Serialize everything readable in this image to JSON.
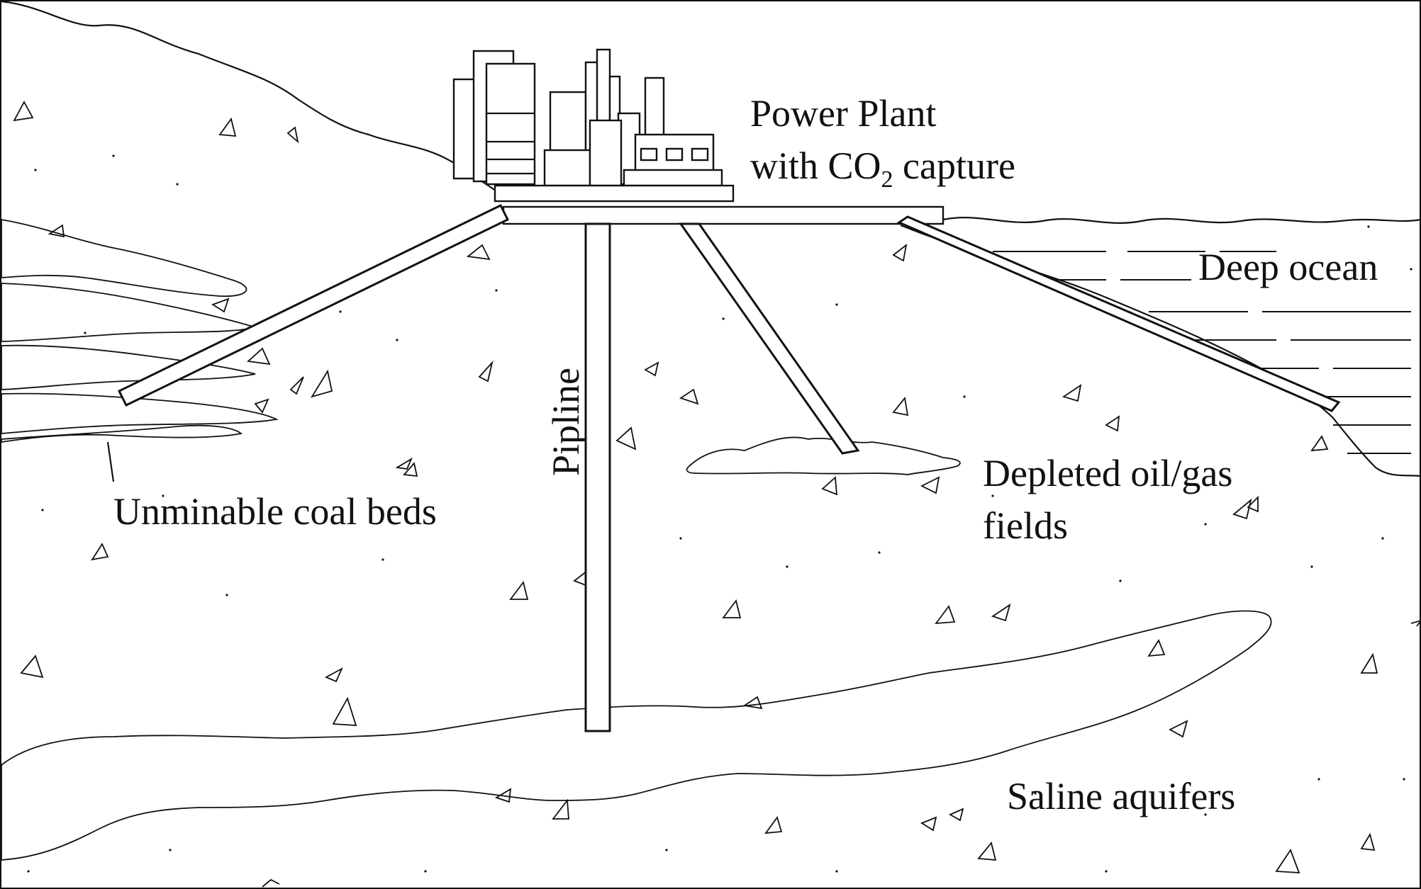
{
  "labels": {
    "power_plant_line1": "Power Plant",
    "power_plant_line2_prefix": "with CO",
    "power_plant_subscript": "2",
    "power_plant_line2_suffix": " capture",
    "deep_ocean": "Deep ocean",
    "pipeline": "Pipline",
    "coal_beds": "Unminable coal beds",
    "oil_gas_line1": "Depleted oil/gas",
    "oil_gas_line2": "fields",
    "saline": "Saline aquifers"
  }
}
